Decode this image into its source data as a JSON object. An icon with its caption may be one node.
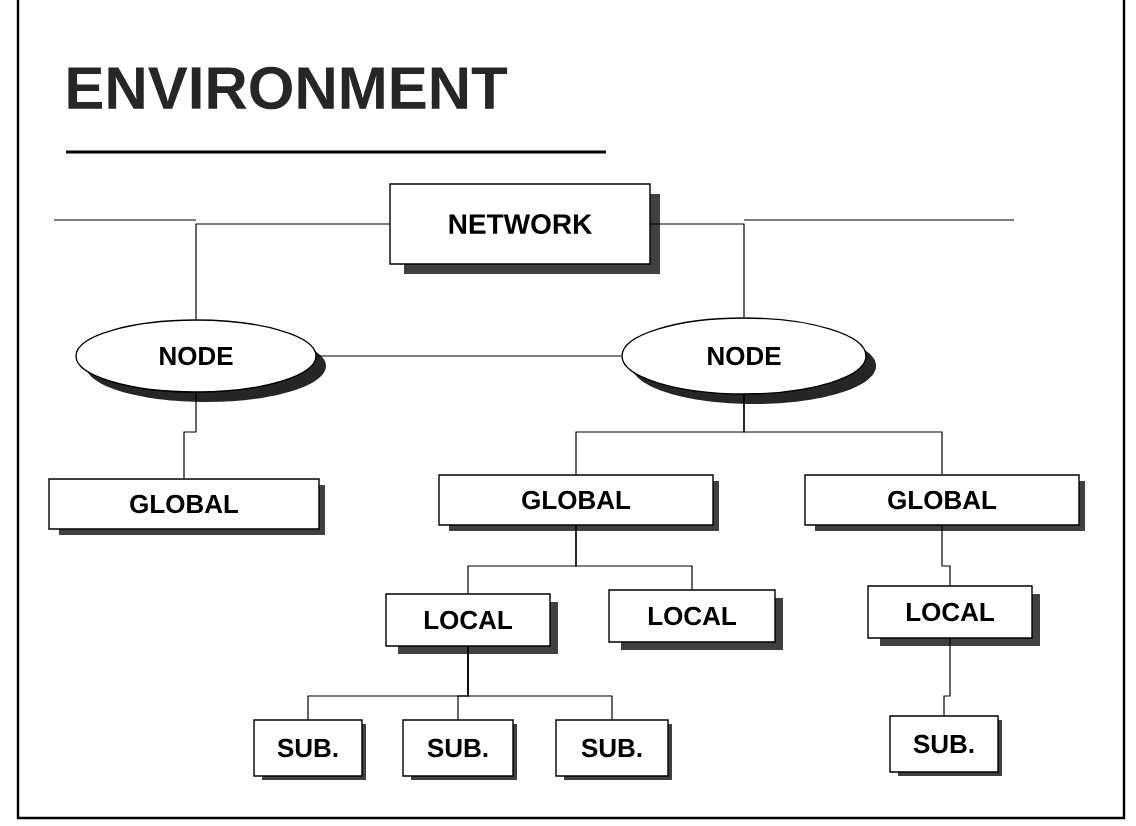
{
  "diagram": {
    "title": "ENVIRONMENT",
    "nodes": [
      {
        "text": [
          "NETWORK"
        ]
      },
      {
        "text": [
          "NODE"
        ]
      },
      {
        "text": [
          "NODE"
        ]
      },
      {
        "text": [
          "GLOBAL"
        ]
      },
      {
        "text": [
          "GLOBAL"
        ]
      },
      {
        "text": [
          "GLOBAL"
        ]
      },
      {
        "text": [
          "LOCAL"
        ]
      },
      {
        "text": [
          "LOCAL"
        ]
      },
      {
        "text": [
          "LOCAL"
        ]
      },
      {
        "text": [
          "SUB."
        ]
      },
      {
        "text": [
          "SUB."
        ]
      },
      {
        "text": [
          "SUB."
        ]
      },
      {
        "text": [
          "SUB."
        ]
      }
    ],
    "edges": [
      {
        "from": 0,
        "to": 1,
        "arrow": "none"
      },
      {
        "from": 0,
        "to": 2,
        "arrow": "none"
      },
      {
        "from": 1,
        "to": 2,
        "arrow": "none"
      },
      {
        "from": 1,
        "to": 3,
        "arrow": "none"
      },
      {
        "from": 2,
        "to": 4,
        "arrow": "none"
      },
      {
        "from": 2,
        "to": 5,
        "arrow": "none"
      },
      {
        "from": 4,
        "to": 6,
        "arrow": "none"
      },
      {
        "from": 4,
        "to": 7,
        "arrow": "none"
      },
      {
        "from": 5,
        "to": 8,
        "arrow": "none"
      },
      {
        "from": 6,
        "to": 9,
        "arrow": "none"
      },
      {
        "from": 6,
        "to": 10,
        "arrow": "none"
      },
      {
        "from": 6,
        "to": 11,
        "arrow": "none"
      },
      {
        "from": 8,
        "to": 12,
        "arrow": "none"
      }
    ]
  }
}
